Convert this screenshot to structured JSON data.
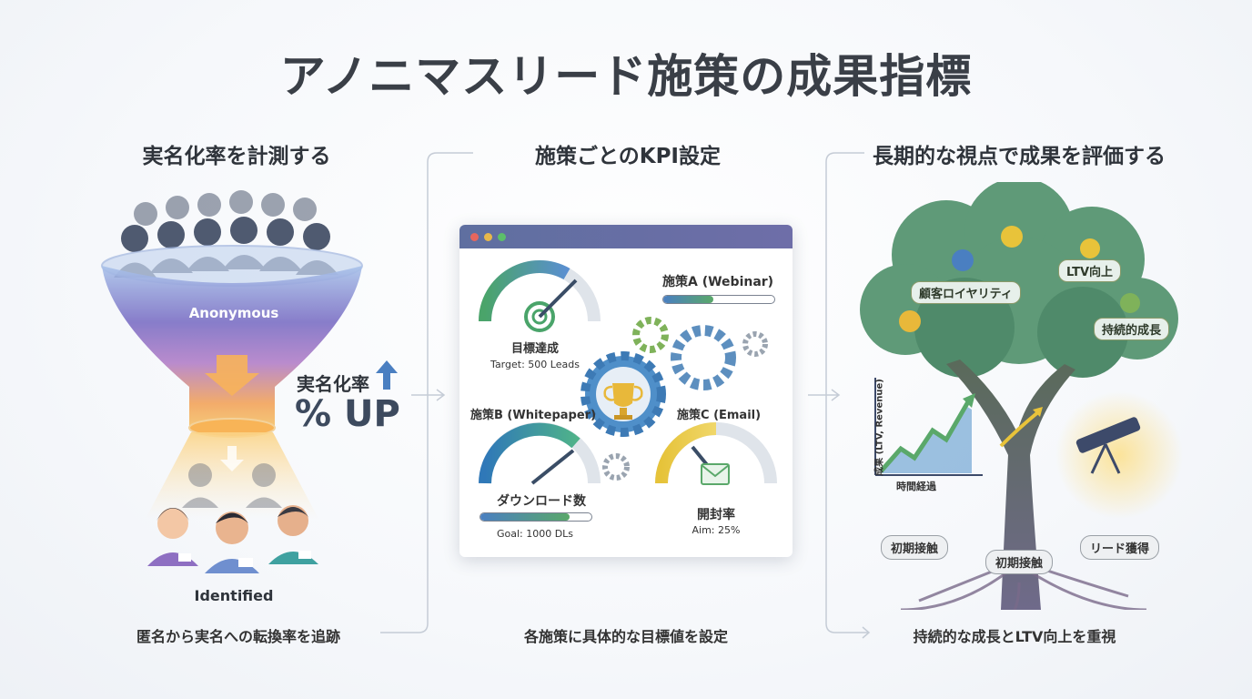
{
  "title": "アノニマスリード施策の成果指標",
  "section1": {
    "title": "実名化率を計測する",
    "funnel_label": "Anonymous",
    "identified_label": "Identified",
    "metric_label": "実名化率",
    "metric_value": "% UP",
    "caption": "匿名から実名への転換率を追跡"
  },
  "section2": {
    "title": "施策ごとのKPI設定",
    "gauge_main": {
      "label": "目標達成",
      "sub": "Target: 500 Leads"
    },
    "campaign_a": {
      "label": "施策A (Webinar)",
      "progress": 0.45
    },
    "campaign_b": {
      "label": "施策B (Whitepaper)",
      "gauge_label": "ダウンロード数",
      "progress": 0.8,
      "sub": "Goal: 1000 DLs"
    },
    "campaign_c": {
      "label": "施策C (Email)",
      "gauge_label": "開封率",
      "sub": "Aim: 25%"
    },
    "caption": "各施策に具体的な目標値を設定"
  },
  "section3": {
    "title": "長期的な視点で成果を評価する",
    "tree_labels": [
      "顧客ロイヤリティ",
      "LTV向上",
      "持続的成長"
    ],
    "root_labels": [
      "初期接触",
      "初期接触",
      "リード獲得"
    ],
    "chart": {
      "ylabel": "成果 (LTV, Revenue)",
      "xlabel": "時間経過"
    },
    "caption": "持続的な成長とLTV向上を重視"
  },
  "colors": {
    "accent_blue": "#4a7fc1",
    "accent_green": "#5aa86a",
    "gauge_yellow": "#e8c33a",
    "funnel_purple": "#7a5fb0"
  }
}
